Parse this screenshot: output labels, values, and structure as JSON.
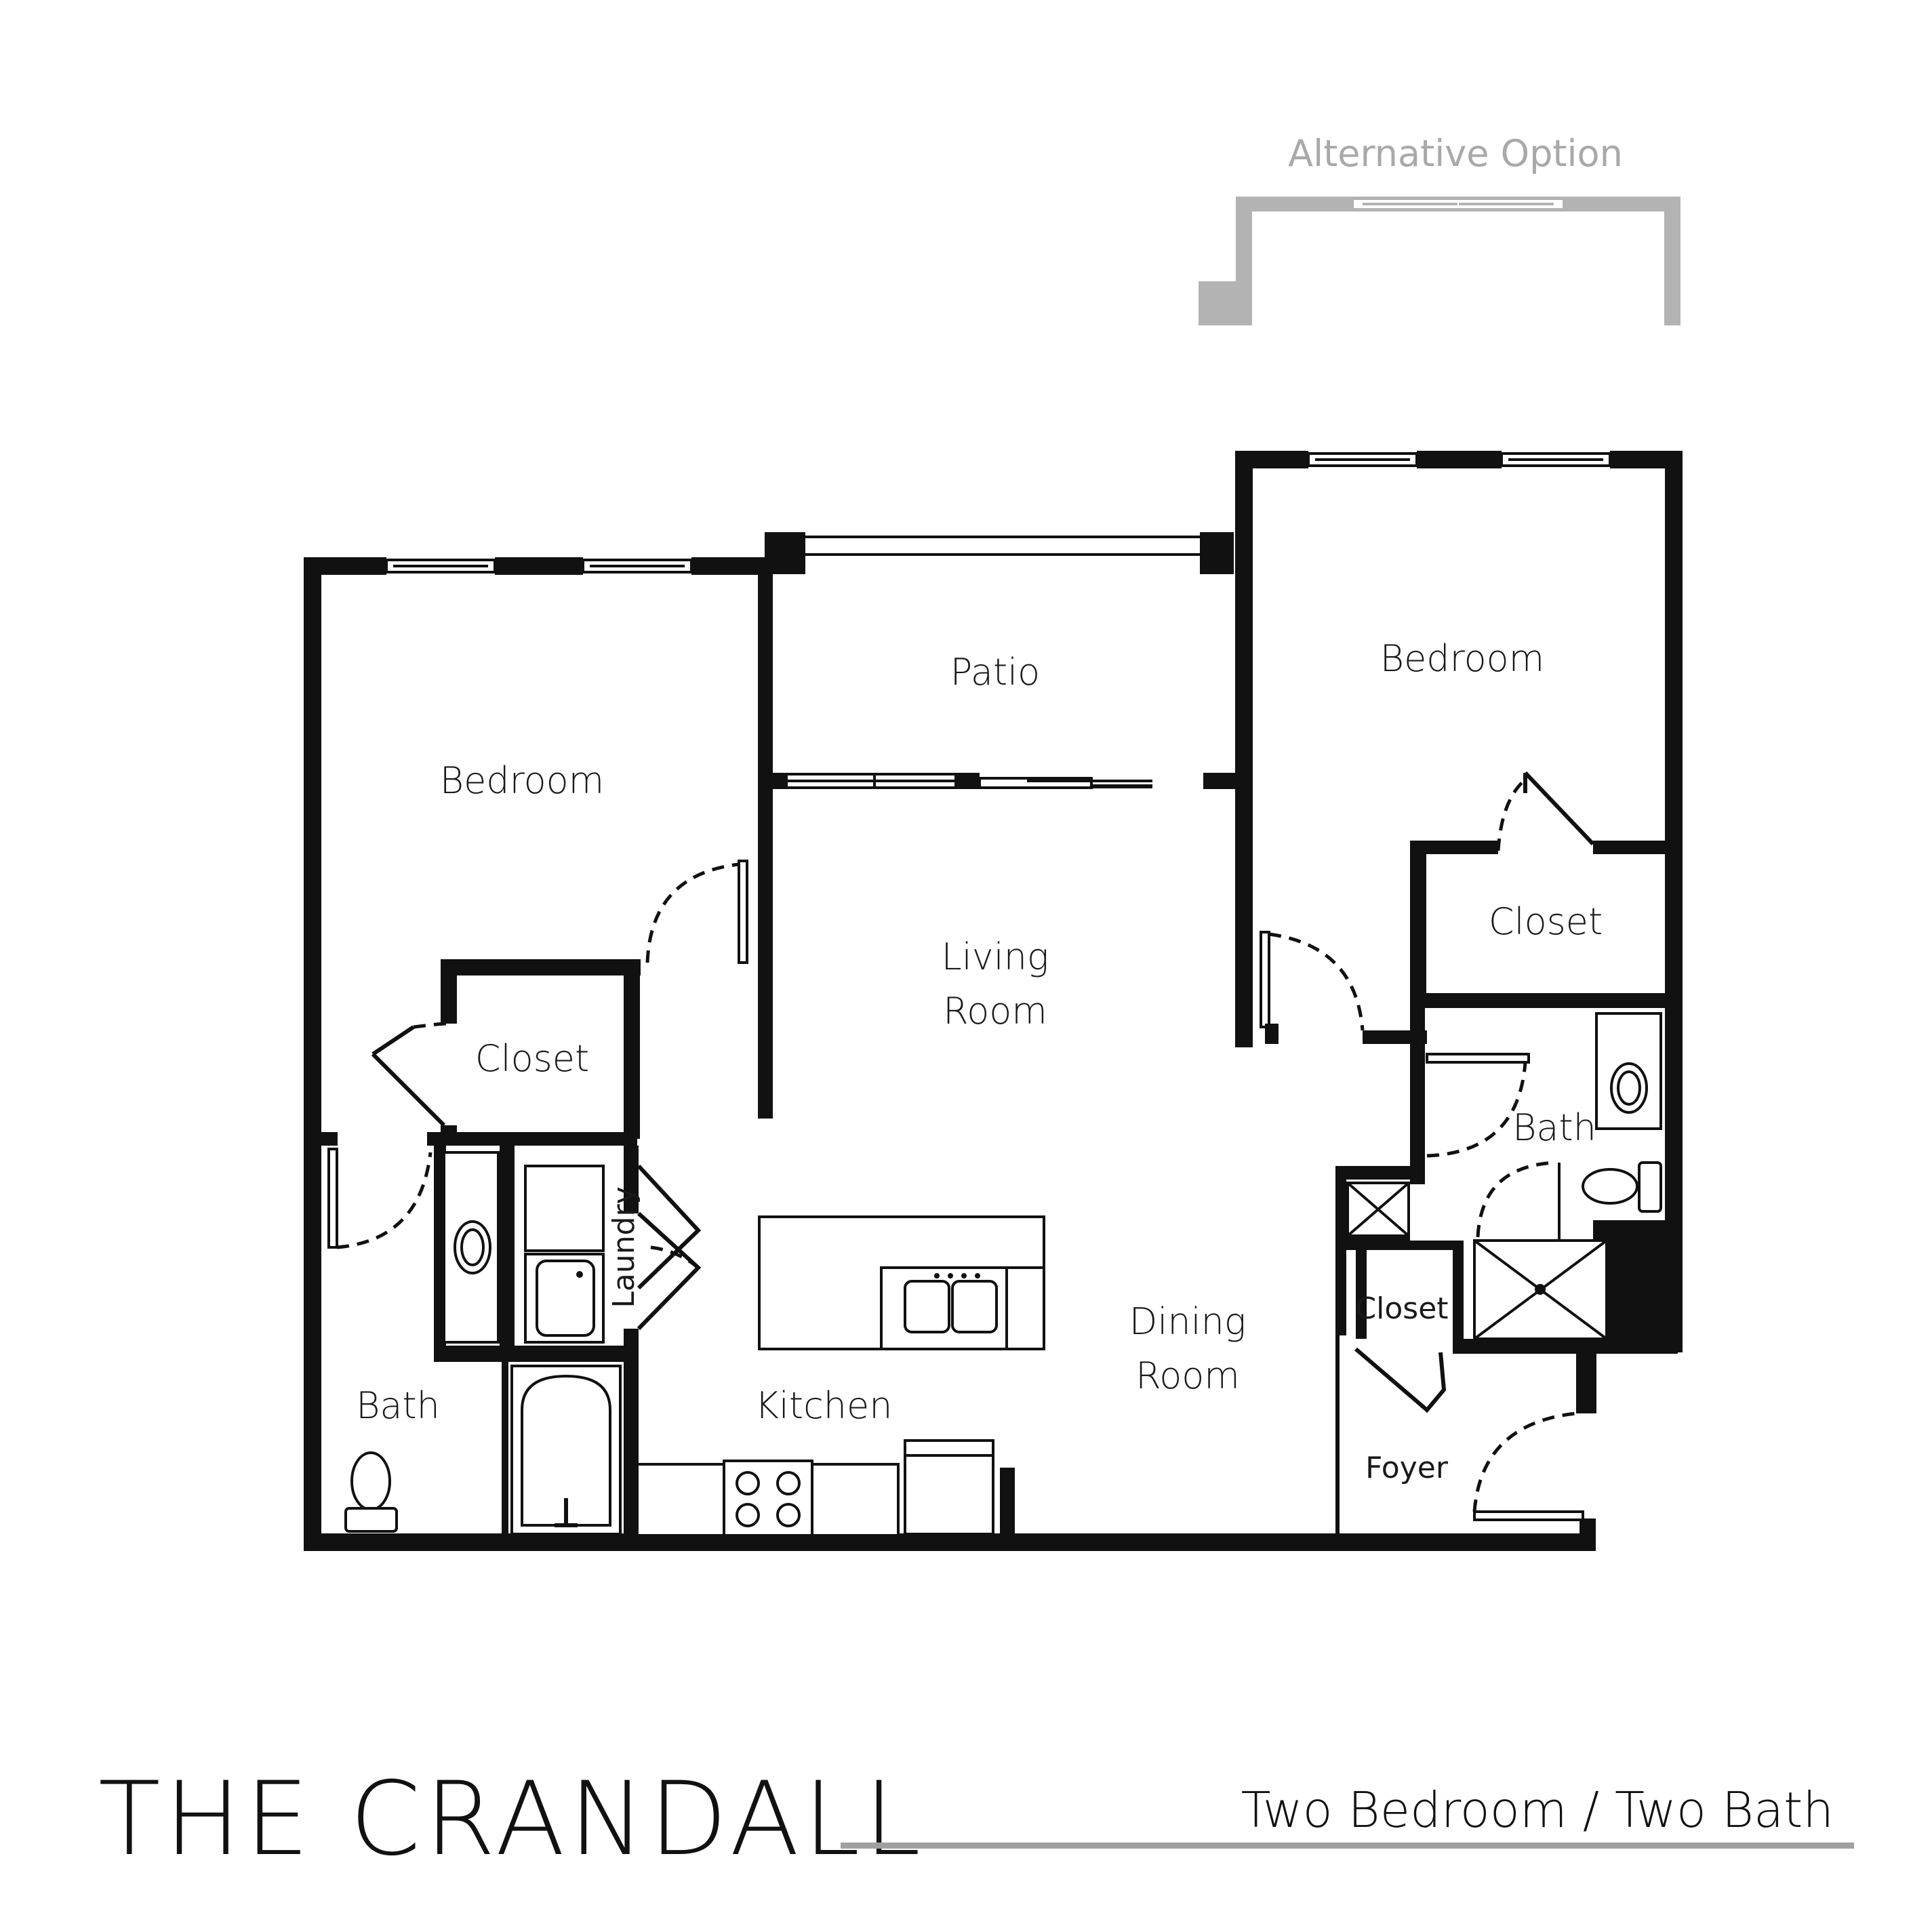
{
  "alternative": {
    "label": "Alternative Option"
  },
  "rooms": {
    "bedroom_left": "Bedroom",
    "bedroom_right": "Bedroom",
    "patio": "Patio",
    "living_1": "Living",
    "living_2": "Room",
    "closet_left": "Closet",
    "closet_right": "Closet",
    "closet_foyer": "Closet",
    "laundry": "Laundry",
    "bath_left": "Bath",
    "bath_right": "Bath",
    "kitchen": "Kitchen",
    "dining_1": "Dining",
    "dining_2": "Room",
    "foyer": "Foyer"
  },
  "footer": {
    "title": "THE CRANDALL",
    "subtitle": "Two Bedroom / Two Bath"
  },
  "colors": {
    "wall": "#111111",
    "alternative": "#b3b3b3",
    "rule": "#a0a0a0"
  }
}
